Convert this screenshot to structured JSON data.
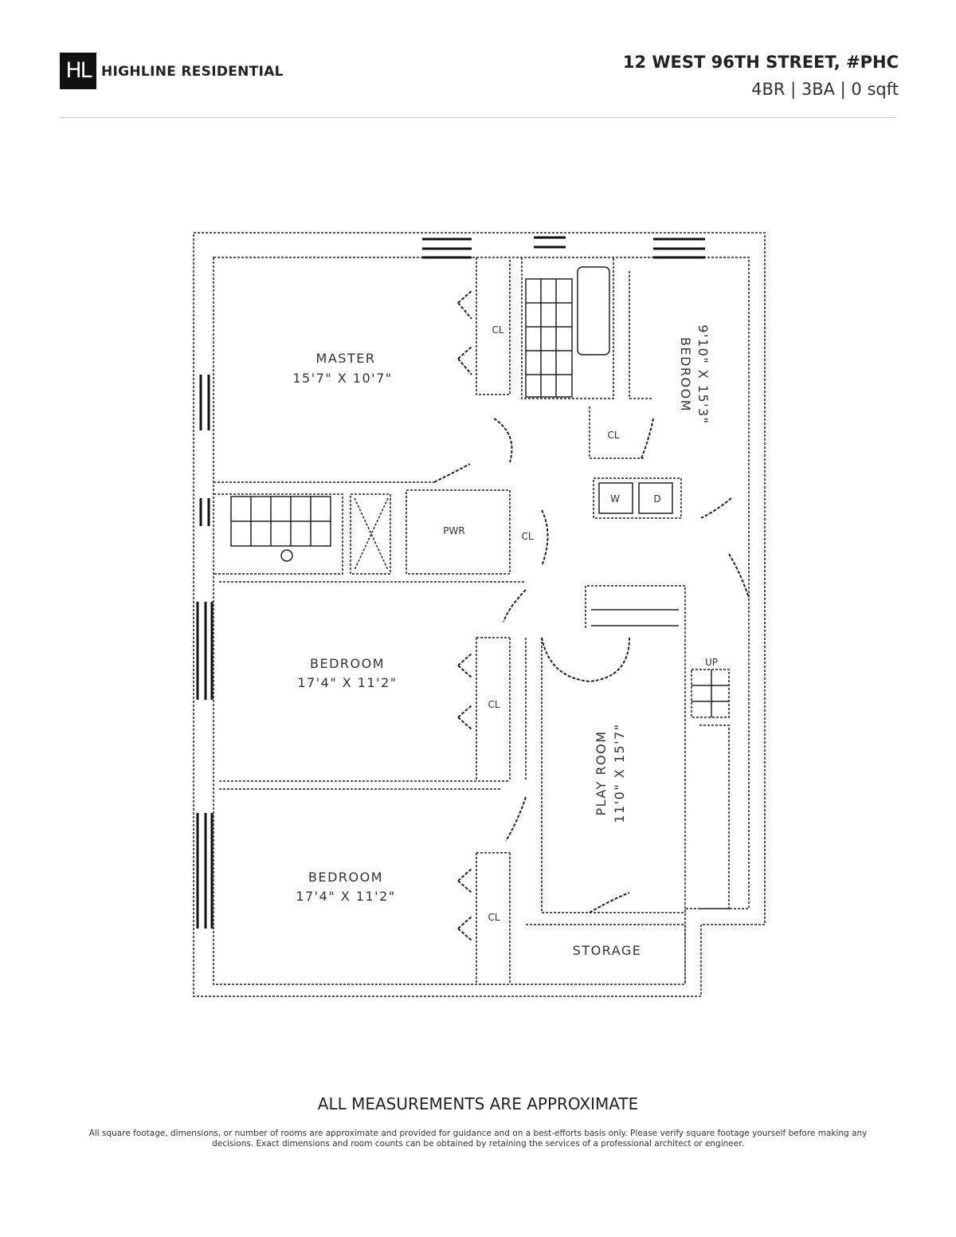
{
  "header": {
    "logo_mark": "HL",
    "brand": "HIGHLINE RESIDENTIAL",
    "address": "12 WEST 96TH STREET, #PHC",
    "specs": "4BR | 3BA | 0 sqft"
  },
  "floorplan": {
    "rooms": [
      {
        "name": "MASTER",
        "dims": "15'7\" X 10'7\""
      },
      {
        "name": "BEDROOM",
        "dims": "9'10\" X 15'3\""
      },
      {
        "name": "BEDROOM",
        "dims": "17'4\" X 11'2\""
      },
      {
        "name": "BEDROOM",
        "dims": "17'4\" X 11'2\""
      },
      {
        "name": "PLAY ROOM",
        "dims": "11'0\" X 15'7\""
      },
      {
        "name": "STORAGE",
        "dims": ""
      }
    ],
    "labels": {
      "closet": "CL",
      "washer": "W",
      "dryer": "D",
      "up": "UP",
      "pwr": "PWR"
    }
  },
  "footer": {
    "approx": "ALL MEASUREMENTS ARE APPROXIMATE",
    "disclaimer": "All square footage, dimensions, or number of rooms are approximate and provided for guidance and on a best-efforts basis only. Please verify square footage yourself before making any decisions. Exact dimensions and room counts can be obtained by retaining the services of a professional architect or engineer."
  }
}
